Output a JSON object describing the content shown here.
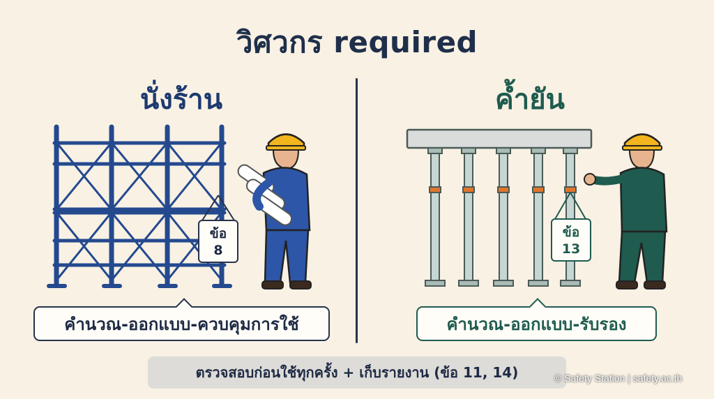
{
  "header": {
    "title": "วิศวกร required"
  },
  "left_panel": {
    "title": "นั่งร้าน",
    "tag_label": "ข้อ",
    "tag_number": "8",
    "callout": "คำนวณ-ออกแบบ-ควบคุมการใช้",
    "colors": {
      "frame": "#24498f",
      "worker": "#2d56a8"
    }
  },
  "right_panel": {
    "title": "ค้ำยัน",
    "tag_label": "ข้อ",
    "tag_number": "13",
    "callout": "คำนวณ-ออกแบบ-รับรอง",
    "colors": {
      "props": "#b9cbc6",
      "worker": "#1f5b4f",
      "accent": "#e0752c"
    }
  },
  "footer": {
    "note": "ตรวจสอบก่อนใช้ทุกครั้ง + เก็บรายงาน (ข้อ 11, 14)"
  },
  "credit": "© Safety Station | safety.ac.th"
}
